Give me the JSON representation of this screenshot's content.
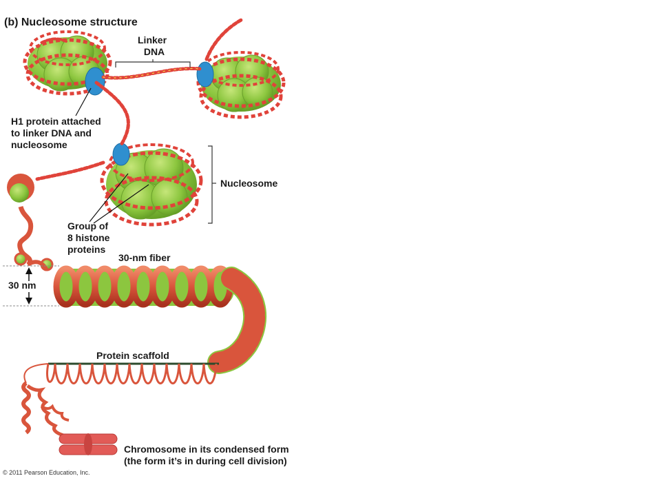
{
  "figure": {
    "title": "(b) Nucleosome structure",
    "labels": {
      "linker_dna": [
        "Linker",
        "DNA"
      ],
      "h1": [
        "H1 protein attached",
        "to linker DNA and",
        "nucleosome"
      ],
      "nucleosome": "Nucleosome",
      "histones": [
        "Group of",
        "8 histone",
        "proteins"
      ],
      "fiber": "30-nm fiber",
      "nm": "30 nm",
      "scaffold": "Protein scaffold",
      "chromosome": [
        "Chromosome in its condensed form",
        "(the form it’s in during cell division)"
      ]
    },
    "copyright": "© 2011 Pearson Education, Inc.",
    "colors": {
      "histone_green": "#8cc63f",
      "dna_red": "#e0433a",
      "h1_blue": "#2f8fcf",
      "fiber_orange": "#d9553c",
      "chromosome_red": "#e25b57"
    }
  }
}
